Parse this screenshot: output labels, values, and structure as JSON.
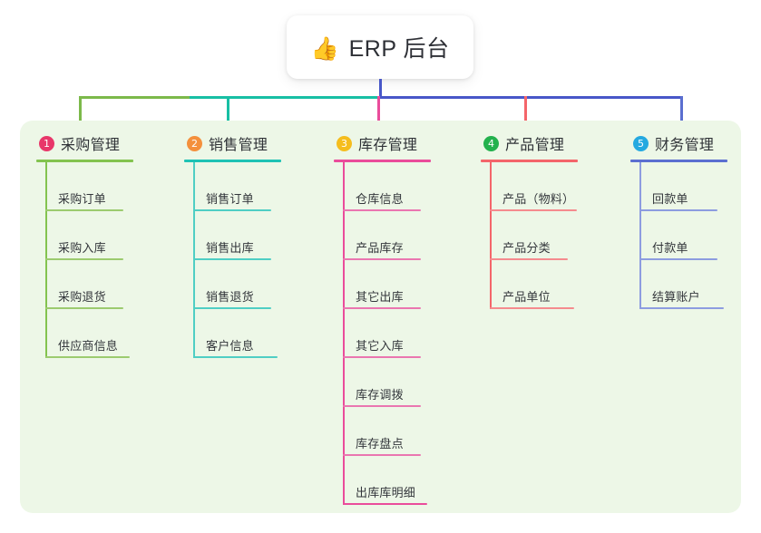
{
  "root": {
    "icon": "thumbs-up-icon",
    "emoji": "👍",
    "title": "ERP 后台"
  },
  "palette": {
    "canvas": "#ffffff",
    "panel_bg": "#edf7e7",
    "text": "#2f3237",
    "stem": "#4857c8",
    "bus_left": "#7cb94a",
    "bus_mid": "#17bfa4",
    "bus_right": "#4857c8"
  },
  "columns": [
    {
      "number": "1",
      "title": "采购管理",
      "badge_color": "#e8376a",
      "line_color": "#83c34f",
      "items": [
        "采购订单",
        "采购入库",
        "采购退货",
        "供应商信息"
      ]
    },
    {
      "number": "2",
      "title": "销售管理",
      "badge_color": "#f4903c",
      "line_color": "#1ec2b4",
      "items": [
        "销售订单",
        "销售出库",
        "销售退货",
        "客户信息"
      ]
    },
    {
      "number": "3",
      "title": "库存管理",
      "badge_color": "#f5bd1d",
      "line_color": "#ea4c9b",
      "items": [
        "仓库信息",
        "产品库存",
        "其它出库",
        "其它入库",
        "库存调拨",
        "库存盘点",
        "出库库明细"
      ]
    },
    {
      "number": "4",
      "title": "产品管理",
      "badge_color": "#23b14d",
      "line_color": "#f4656a",
      "items": [
        "产品（物料）",
        "产品分类",
        "产品单位"
      ]
    },
    {
      "number": "5",
      "title": "财务管理",
      "badge_color": "#25a9e0",
      "line_color": "#5b6fd0",
      "items": [
        "回款单",
        "付款单",
        "结算账户"
      ]
    }
  ]
}
